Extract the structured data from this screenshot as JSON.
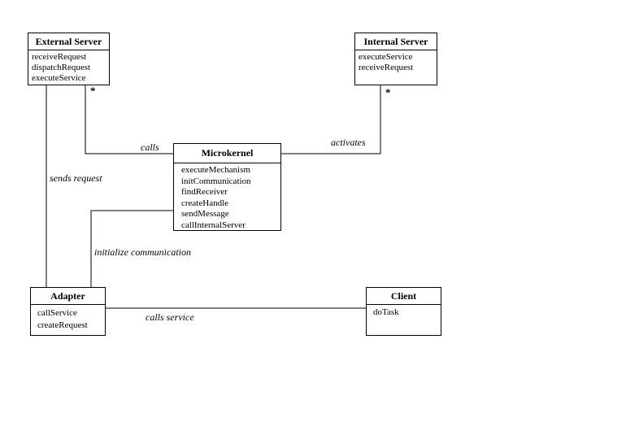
{
  "classes": {
    "external_server": {
      "name": "External Server",
      "operations": [
        "receiveRequest",
        "dispatchRequest",
        "executeService"
      ]
    },
    "internal_server": {
      "name": "Internal Server",
      "operations": [
        "executeService",
        "receiveRequest"
      ]
    },
    "microkernel": {
      "name": "Microkernel",
      "operations": [
        "executeMechanism",
        "initCommunication",
        "findReceiver",
        "createHandle",
        "sendMessage",
        "callInternalServer"
      ]
    },
    "adapter": {
      "name": "Adapter",
      "operations": [
        "callService",
        "createRequest"
      ]
    },
    "client": {
      "name": "Client",
      "operations": [
        "doTask"
      ]
    }
  },
  "associations": {
    "calls": "calls",
    "activates": "activates",
    "sends_request": "sends request",
    "initialize_communication": "initialize communication",
    "calls_service": "calls service"
  },
  "multiplicities": {
    "external": "*",
    "internal": "*"
  }
}
